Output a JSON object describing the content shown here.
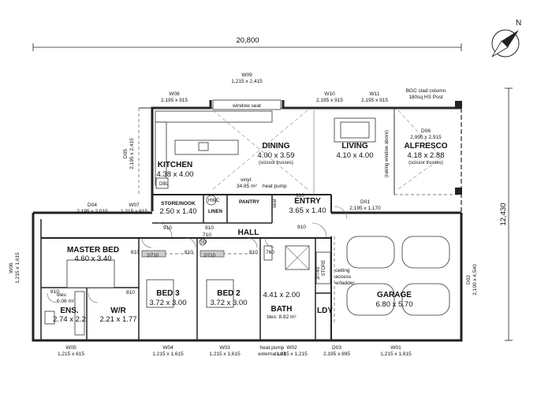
{
  "overall": {
    "width": "20,800",
    "depth": "12,430",
    "north": "N"
  },
  "rooms": {
    "kitchen": {
      "name": "KITCHEN",
      "size": "4.38 x 4.00"
    },
    "dining": {
      "name": "DINING",
      "size": "4.00 x 3.59",
      "note": "(scissor trusses)"
    },
    "living": {
      "name": "LIVING",
      "size": "4.10 x 4.00"
    },
    "alfresco": {
      "name": "ALFRESCO",
      "size": "4.18 x 2.88",
      "note": "(scissor trusses)"
    },
    "store_nook": {
      "name": "STORE/NOOK",
      "size": "2.50 x 1.40"
    },
    "entry": {
      "name": "ENTRY",
      "size": "3.65 x 1.40"
    },
    "master_bed": {
      "name": "MASTER BED",
      "size": "4.60 x 3.40"
    },
    "hall": {
      "name": "HALL"
    },
    "bed3": {
      "name": "BED 3",
      "size": "3.72 x 3.00"
    },
    "bed2": {
      "name": "BED 2",
      "size": "3.72 x 3.00"
    },
    "bath": {
      "name": "BATH",
      "size": "4.41 x 2.00",
      "tiles": "tiles: 8.82 m²"
    },
    "ens": {
      "name": "ENS.",
      "size": "2.74 x 2.2",
      "tiles": "tiles:",
      "tiles_area": "6.06 m²"
    },
    "wr": {
      "name": "W/R",
      "size": "2.21 x 1.77"
    },
    "garage": {
      "name": "GARAGE",
      "size": "6.80 x 5.70"
    },
    "ldy": {
      "name": "LDY"
    },
    "linen": {
      "name": "LINEN"
    },
    "pantry": {
      "name": "PANTRY"
    },
    "store": {
      "name": "STORE"
    }
  },
  "windows": {
    "w09": {
      "id": "W09",
      "size": "1,215 x 2,415"
    },
    "w08": {
      "id": "W08",
      "size": "2,195 x 915"
    },
    "w10": {
      "id": "W10",
      "size": "2,195 x 915"
    },
    "w11": {
      "id": "W11",
      "size": "2,195 x 915"
    },
    "w07": {
      "id": "W07",
      "size": "1,215 x 615"
    },
    "w06": {
      "id": "W06",
      "size": "1,215 x 1,615"
    },
    "w05": {
      "id": "W05",
      "size": "1,215 x 615"
    },
    "w04": {
      "id": "W04",
      "size": "1,215 x 1,615"
    },
    "w03": {
      "id": "W03",
      "size": "1,215 x 1,615"
    },
    "w02": {
      "id": "W02",
      "size": "1,215 x 1,215"
    },
    "w01": {
      "id": "W01",
      "size": "1,215 x 1,615"
    }
  },
  "doors": {
    "d05": {
      "id": "D05",
      "size": "2,195 x 2,415"
    },
    "d04": {
      "id": "D04",
      "size": "2,195 x 2,015"
    },
    "d06": {
      "id": "D06",
      "size": "2,995 x 2,915"
    },
    "d01": {
      "id": "D01",
      "size": "2,195 x 1,170"
    },
    "d02": {
      "id": "D02",
      "size": "2,100 x 4,540"
    },
    "d03": {
      "id": "D03",
      "size": "2,195 x 895"
    }
  },
  "openings": {
    "o910_a": "910",
    "o910_b": "910",
    "o910_c": "910",
    "o910_d": "910",
    "o710": "710",
    "o810_a": "810",
    "o810_b": "810",
    "o810_c": "810",
    "o810_d": "810",
    "o810_e": "810",
    "o760": "760",
    "o3740": "3/740",
    "wir_a": "2/710",
    "wir_b": "2/710"
  },
  "notes": {
    "bgc_column_1": "BGC clad column",
    "bgc_column_2": "180sq HS Post",
    "window_seat": "window seat",
    "raking_window": "(raking window above)",
    "vinyl": "vinyl:",
    "vinyl_area": "34.85 m²",
    "heat_pump": "heat pump",
    "heat_pump_ext_1": "heat pump",
    "heat_pump_ext_2": "external unit",
    "ceiling_access": "ceiling",
    "ceiling_access_2": "access",
    "ceiling_access_3": "w/ladder",
    "seat": "seat",
    "hwc": "HWC",
    "dbl": "DBL",
    "sd": "SD"
  }
}
